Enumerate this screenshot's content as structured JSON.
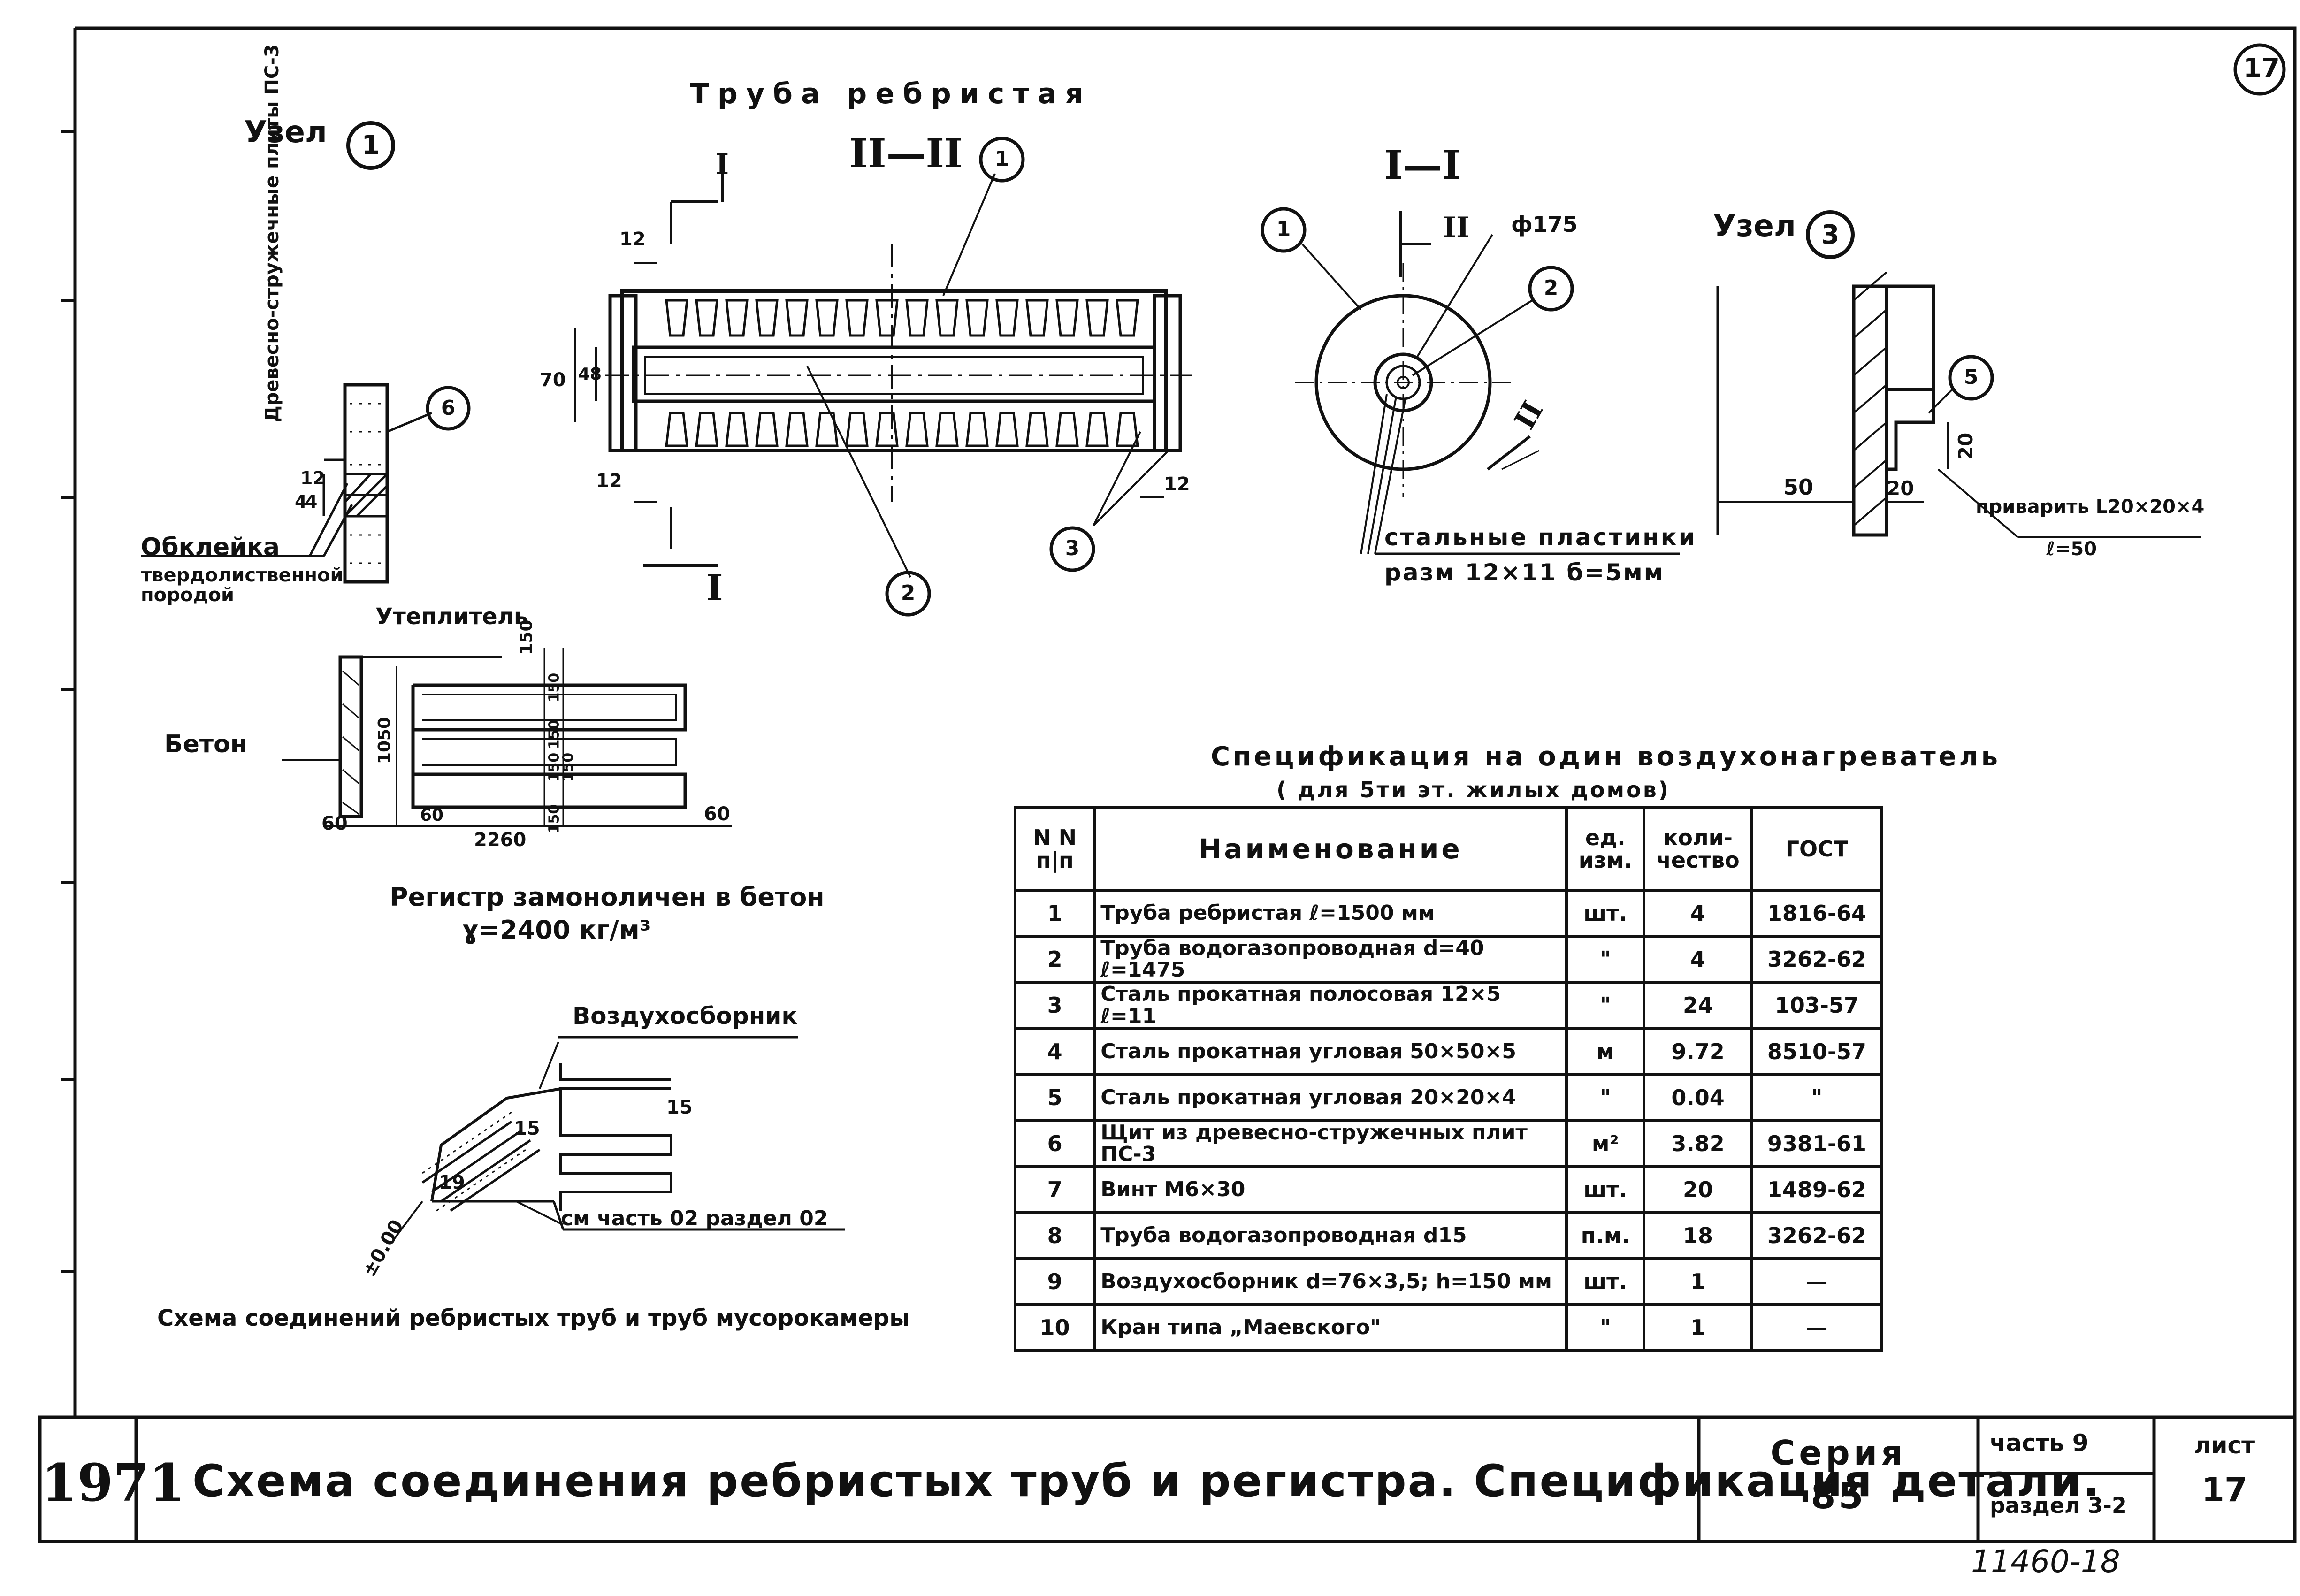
{
  "sheet": {
    "corner_number": "17",
    "bottom_note": "11460-18"
  },
  "node1": {
    "title": "Узел",
    "number": "1",
    "labels": {
      "board": "Древесно-стружечные плиты ПС-3",
      "callout": "6",
      "dim_a": "4",
      "dim_b": "4",
      "dim_c": "12",
      "lining": "Обклейка",
      "lining_sub": "твердолиственной породой"
    }
  },
  "pipe_section": {
    "heading": "Труба ребристая",
    "section_label": "II—II",
    "cut_mark": "I",
    "callouts": [
      "1",
      "2",
      "3"
    ],
    "dims": {
      "top": "12",
      "bottom_left": "12",
      "bottom_right": "12",
      "outer": "70",
      "inner": "48"
    }
  },
  "section_1": {
    "label": "I—I",
    "cut_mark": "II",
    "diameter": "ф175",
    "callouts": [
      "1",
      "2"
    ],
    "plates": "стальные пластинки",
    "plates_size": "разм 12×11 б=5мм"
  },
  "node3": {
    "title": "Узел",
    "number": "3",
    "callout": "5",
    "dims": {
      "left": "50",
      "middle": "20",
      "right": "20"
    },
    "weld": "приварить L20×20×4",
    "weld_len": "ℓ=50"
  },
  "register": {
    "insulation": "Утеплитель",
    "concrete": "Бетон",
    "dims": {
      "top": "150",
      "height": "1050",
      "w": "2260",
      "left": "60",
      "right": "60",
      "small_l": "60",
      "row1": "150",
      "row2": "150",
      "row3": "150",
      "row4": "150",
      "bottom": "150"
    },
    "caption1": "Регистр замоноличен в бетон",
    "caption2": "ɣ=2400 кг/м³"
  },
  "scheme": {
    "air_collector": "Воздухосборник",
    "marks": [
      "15",
      "15",
      "19"
    ],
    "level": "±0.00",
    "ref": "см часть 02 раздел 02",
    "caption": "Схема соединений ребристых труб и труб мусорокамеры"
  },
  "spec": {
    "title": "Спецификация на один воздухонагреватель",
    "subtitle": "( для 5ти эт. жилых домов)",
    "headers": [
      "N N п|п",
      "Наименование",
      "ед. изм.",
      "коли-чество",
      "ГОСТ"
    ],
    "rows": [
      [
        "1",
        "Труба ребристая ℓ=1500 мм",
        "шт.",
        "4",
        "1816-64"
      ],
      [
        "2",
        "Труба водогазопроводная d=40 ℓ=1475",
        "\"",
        "4",
        "3262-62"
      ],
      [
        "3",
        "Сталь прокатная полосовая 12×5 ℓ=11",
        "\"",
        "24",
        "103-57"
      ],
      [
        "4",
        "Сталь прокатная угловая 50×50×5",
        "м",
        "9.72",
        "8510-57"
      ],
      [
        "5",
        "Сталь прокатная угловая 20×20×4",
        "\"",
        "0.04",
        "\""
      ],
      [
        "6",
        "Щит из древесно-стружечных плит ПС-3",
        "м²",
        "3.82",
        "9381-61"
      ],
      [
        "7",
        "Винт М6×30",
        "шт.",
        "20",
        "1489-62"
      ],
      [
        "8",
        "Труба водогазопроводная d15",
        "п.м.",
        "18",
        "3262-62"
      ],
      [
        "9",
        "Воздухосборник d=76×3,5; h=150 мм",
        "шт.",
        "1",
        "—"
      ],
      [
        "10",
        "Кран типа „Маевского\"",
        "\"",
        "1",
        "—"
      ]
    ]
  },
  "title_block": {
    "year": "1971",
    "title": "Схема соединения ребристых труб и регистра. Спецификация детали.",
    "series_label": "Серия",
    "series_value": "85",
    "part": "часть 9",
    "section": "раздел 3-2",
    "sheet_label": "лист",
    "sheet_value": "17"
  }
}
